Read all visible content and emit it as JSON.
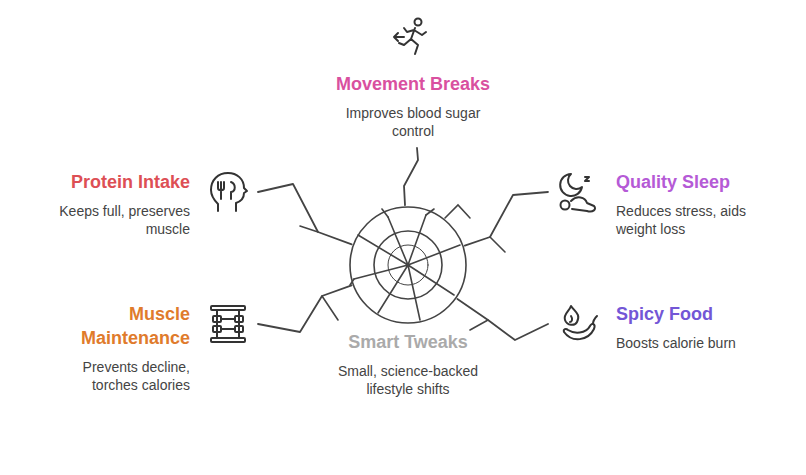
{
  "diagram": {
    "nodes": [
      {
        "text": [
          "Movement Breaks",
          "Improves blood sugar control"
        ]
      },
      {
        "text": [
          "Protein Intake",
          "Keeps full, preserves muscle"
        ]
      },
      {
        "text": [
          "Quality Sleep",
          "Reduces stress, aids weight loss"
        ]
      },
      {
        "text": [
          "Muscle Maintenance",
          "Prevents decline, torches calories"
        ]
      },
      {
        "text": [
          "Spicy Food",
          "Boosts calorie burn"
        ]
      },
      {
        "text": [
          "Smart Tweaks",
          "Small, science-backed lifestyle shifts"
        ]
      }
    ],
    "edges": [
      {
        "from": 5,
        "to": 0,
        "arrow": "none"
      },
      {
        "from": 5,
        "to": 1,
        "arrow": "none"
      },
      {
        "from": 5,
        "to": 2,
        "arrow": "none"
      },
      {
        "from": 5,
        "to": 3,
        "arrow": "none"
      },
      {
        "from": 5,
        "to": 4,
        "arrow": "none"
      }
    ]
  }
}
